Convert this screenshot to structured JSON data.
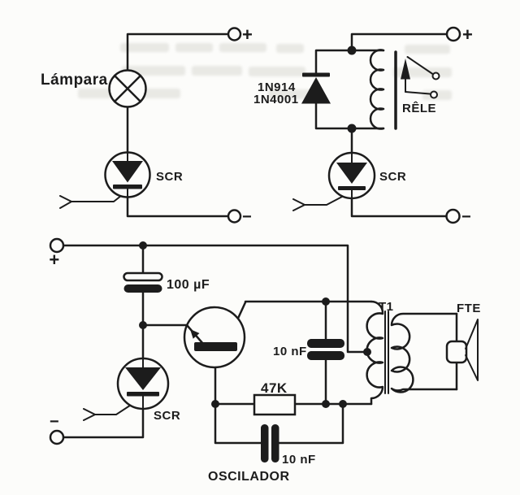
{
  "colors": {
    "ink": "#1c1c1c",
    "paper": "#fcfcfa"
  },
  "circuits": {
    "lamp_scr": {
      "lamp": "Lámpara",
      "scr": "SCR",
      "plus": "+",
      "minus": "−"
    },
    "relay_scr": {
      "diode_line1": "1N914",
      "diode_line2": "1N4001",
      "relay": "RÊLE",
      "scr": "SCR",
      "plus": "+",
      "minus": "−"
    },
    "oscillator": {
      "filter_cap": "100 µF",
      "tank_cap": "10 nF",
      "feedback_cap": "10 nF",
      "resistor": "47K",
      "transformer": "T1",
      "speaker": "FTE",
      "scr": "SCR",
      "caption": "OSCILADOR",
      "plus": "+",
      "minus": "−"
    }
  }
}
